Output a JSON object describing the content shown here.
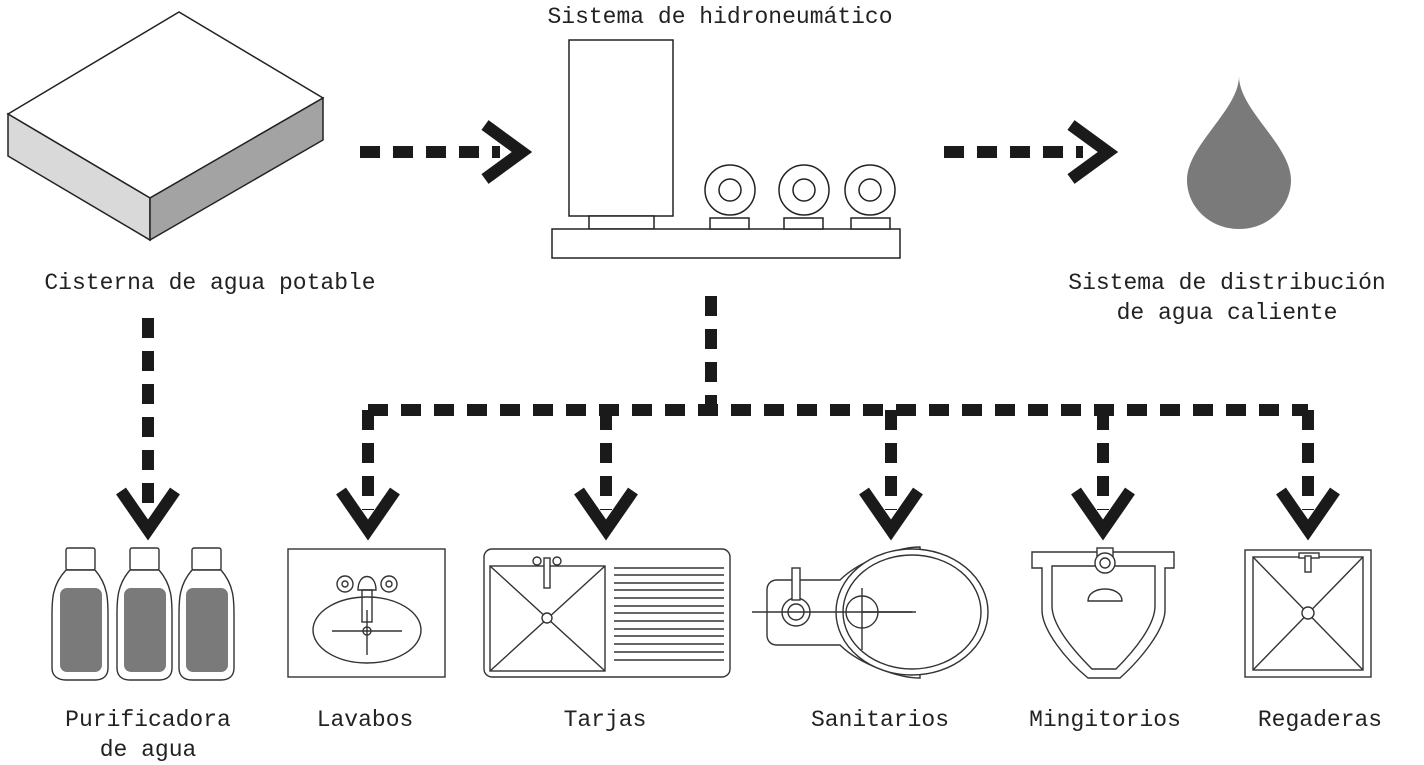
{
  "title": "Sistema de hidroneumático",
  "nodes": {
    "cistern": "Cisterna de agua potable",
    "hot_water_line1": "Sistema de distribución",
    "hot_water_line2": "de agua caliente",
    "purifier_line1": "Purificadora",
    "purifier_line2": "de agua",
    "sinks": "Lavabos",
    "tarjas": "Tarjas",
    "toilets": "Sanitarios",
    "urinals": "Mingitorios",
    "showers": "Regaderas"
  },
  "colors": {
    "arrow": "#1a1a1a",
    "box_top": "#ffffff",
    "box_left": "#d9d9d9",
    "box_right": "#a3a3a3",
    "drop": "#7a7a7a",
    "bottle_fill": "#7a7a7a"
  }
}
